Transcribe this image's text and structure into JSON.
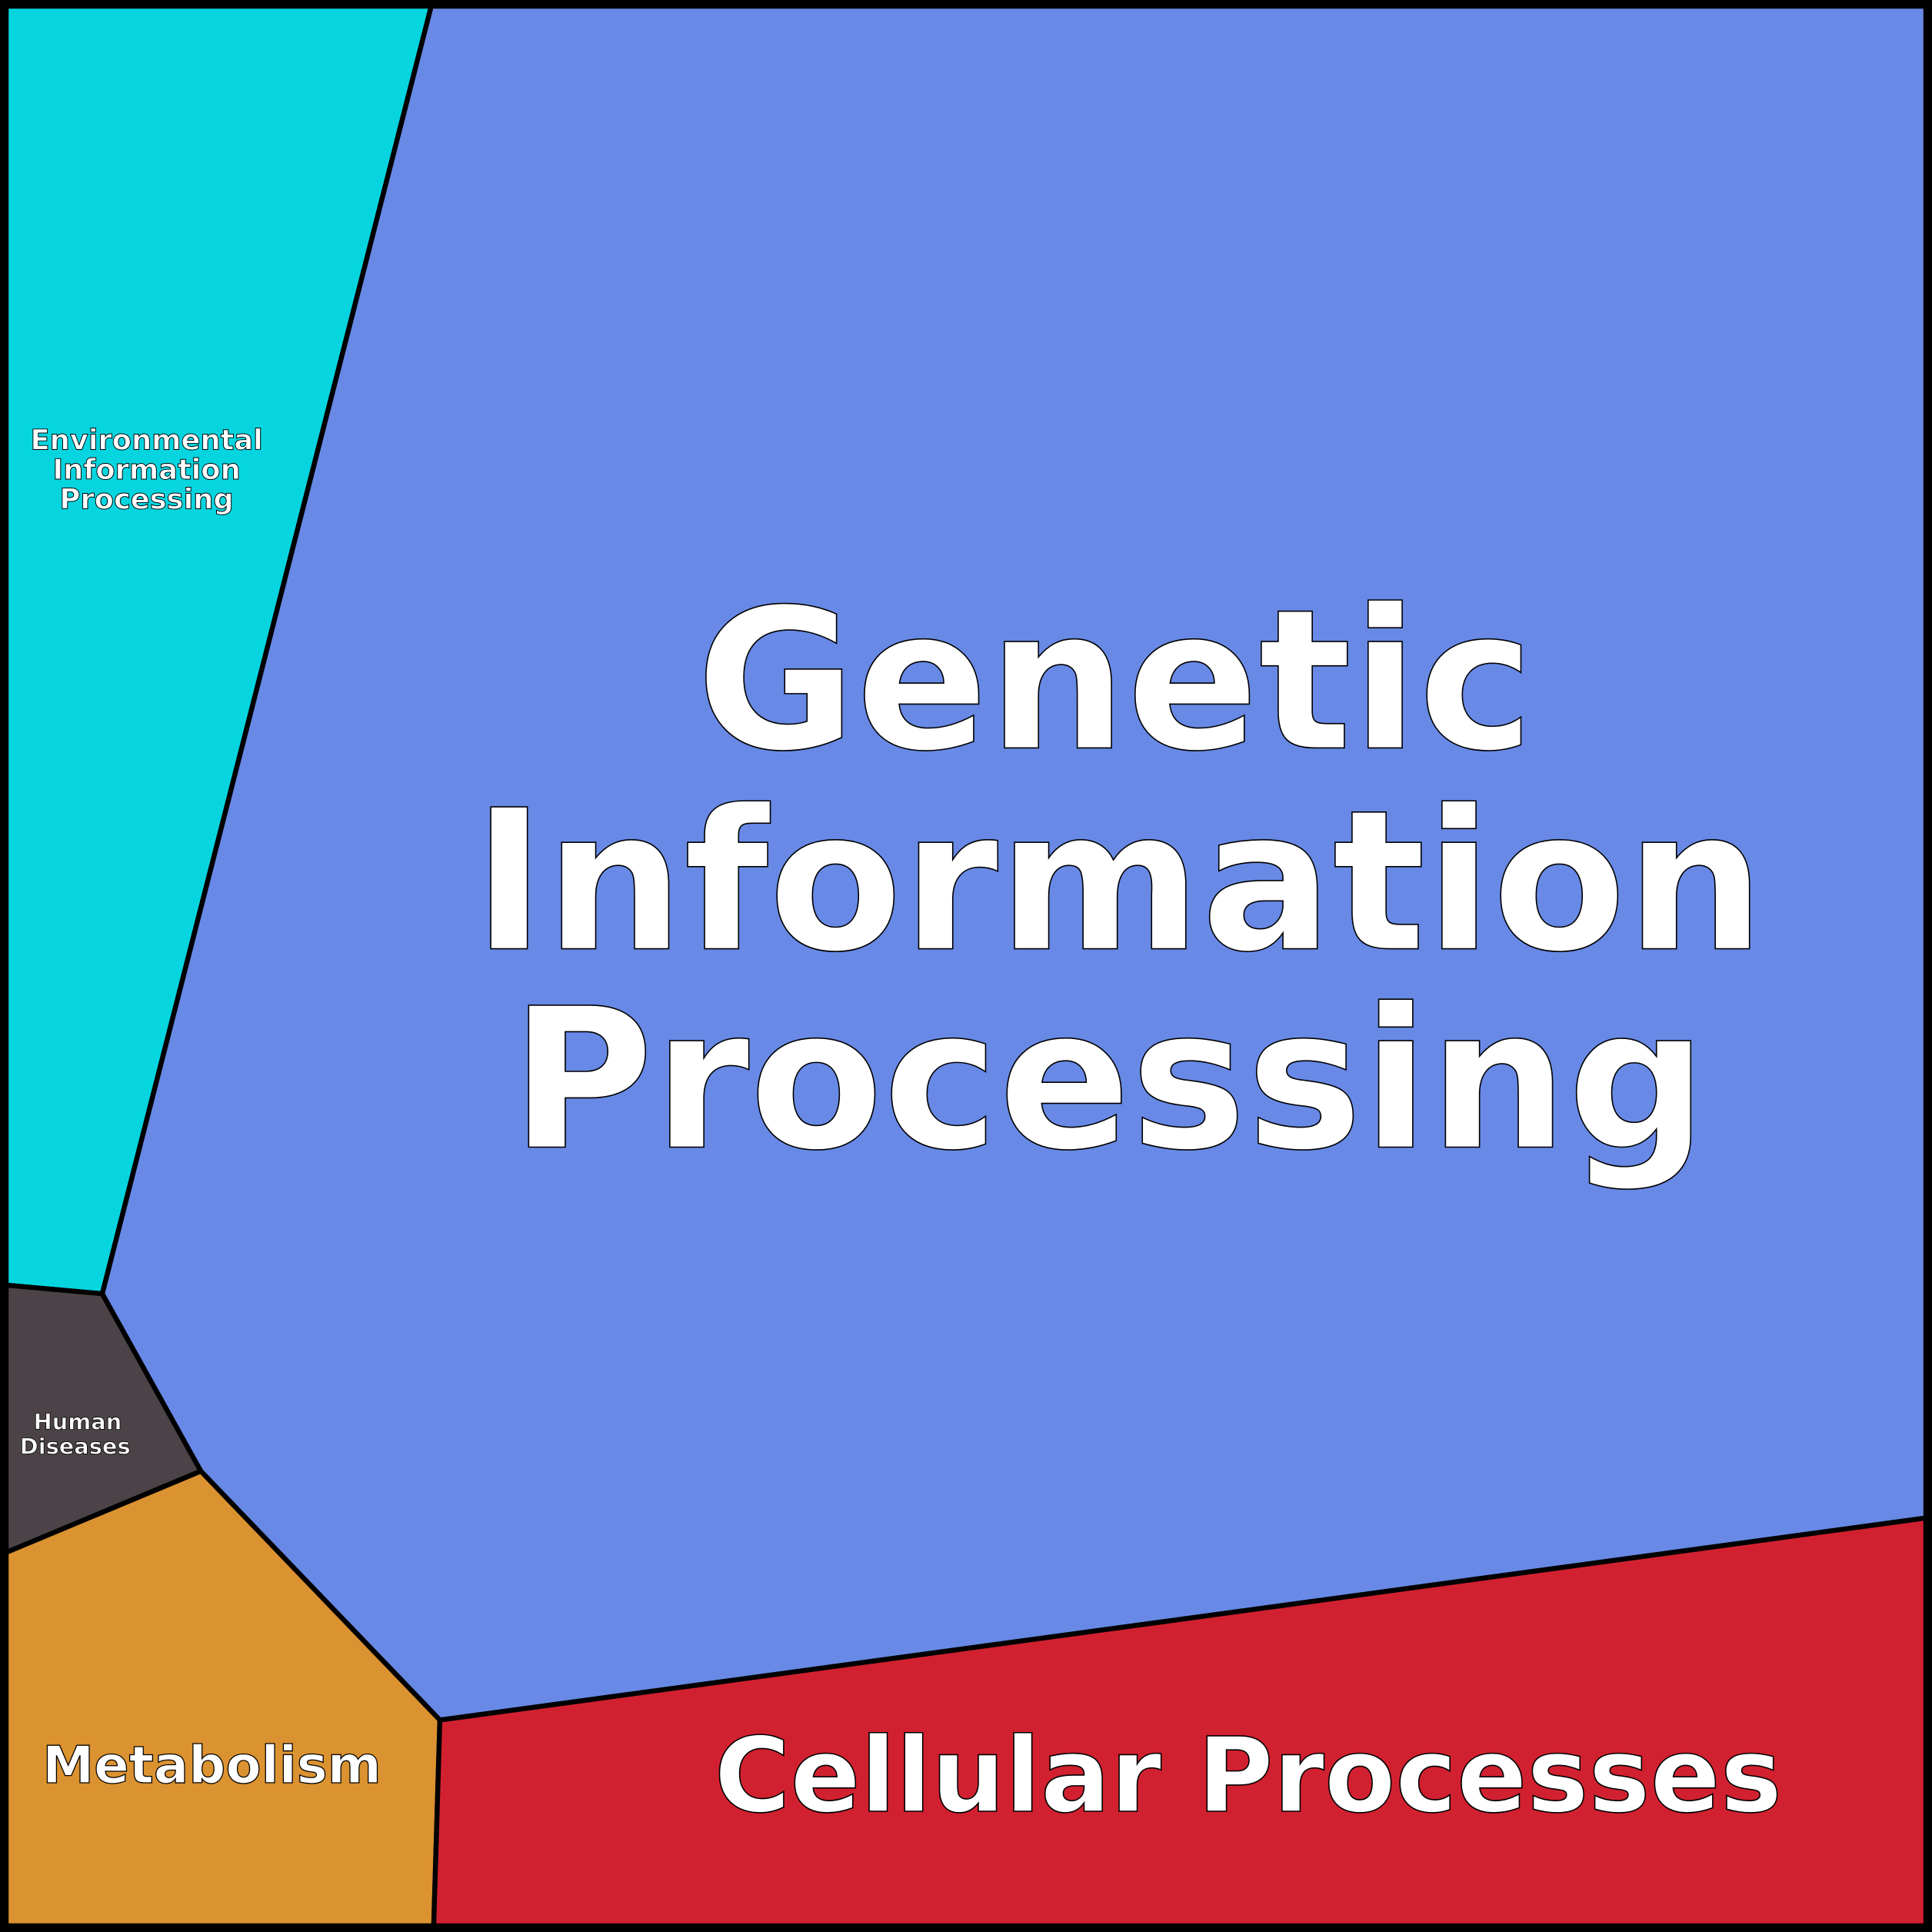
{
  "title": "Genetic Information Processing",
  "cells": [
    {
      "id": "environmental",
      "lines": [
        "Environmental",
        "Information",
        "Processing"
      ],
      "color": "#06D5DF"
    },
    {
      "id": "genetic",
      "lines": [
        "Genetic",
        "Information",
        "Processing"
      ],
      "color": "#6889E5"
    },
    {
      "id": "human-diseases",
      "lines": [
        "Human",
        "Diseases"
      ],
      "color": "#4B4347"
    },
    {
      "id": "metabolism",
      "lines": [
        "Metabolism"
      ],
      "color": "#DB9230"
    },
    {
      "id": "cellular",
      "lines": [
        "Cellular Processes"
      ],
      "color": "#D12130"
    }
  ]
}
